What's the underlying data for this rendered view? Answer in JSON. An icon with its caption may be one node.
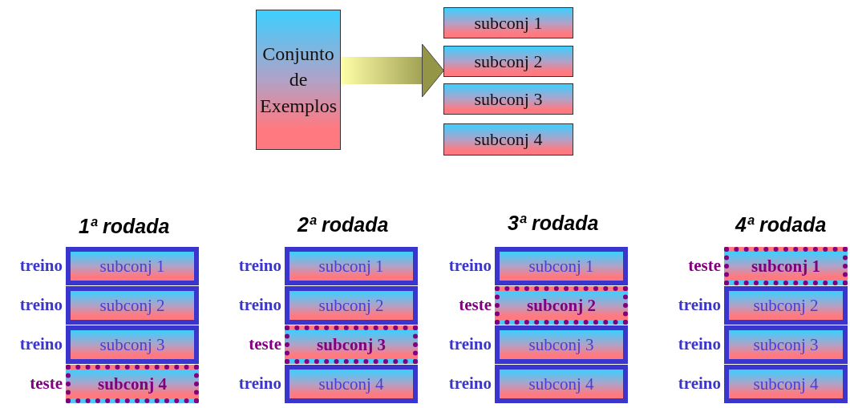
{
  "diagram": {
    "nodes": [
      {
        "text": [
          "Conjunto de Exemplos"
        ]
      },
      {
        "text": [
          "subconj 1"
        ]
      },
      {
        "text": [
          "subconj 2"
        ]
      },
      {
        "text": [
          "subconj 3"
        ]
      },
      {
        "text": [
          "subconj 4"
        ]
      },
      {
        "text": [
          "subconj 1"
        ],
        "beside": [
          "treino"
        ]
      },
      {
        "text": [
          "subconj 2"
        ],
        "beside": [
          "treino"
        ]
      },
      {
        "text": [
          "subconj 3"
        ],
        "beside": [
          "treino"
        ]
      },
      {
        "text": [
          "subconj 4"
        ],
        "beside": [
          "teste"
        ]
      },
      {
        "text": [
          "subconj 1"
        ],
        "beside": [
          "treino"
        ]
      },
      {
        "text": [
          "subconj 2"
        ],
        "beside": [
          "treino"
        ]
      },
      {
        "text": [
          "subconj 3"
        ],
        "beside": [
          "teste"
        ]
      },
      {
        "text": [
          "subconj 4"
        ],
        "beside": [
          "treino"
        ]
      },
      {
        "text": [
          "subconj 1"
        ],
        "beside": [
          "treino"
        ]
      },
      {
        "text": [
          "subconj 2"
        ],
        "beside": [
          "teste"
        ]
      },
      {
        "text": [
          "subconj 3"
        ],
        "beside": [
          "treino"
        ]
      },
      {
        "text": [
          "subconj 4"
        ],
        "beside": [
          "treino"
        ]
      },
      {
        "text": [
          "subconj 1"
        ],
        "beside": [
          "teste"
        ]
      },
      {
        "text": [
          "subconj 2"
        ],
        "beside": [
          "treino"
        ]
      },
      {
        "text": [
          "subconj 3"
        ],
        "beside": [
          "treino"
        ]
      },
      {
        "text": [
          "subconj 4"
        ],
        "beside": [
          "treino"
        ]
      }
    ],
    "edges": [
      {
        "from": 0,
        "to": 2,
        "arrow": "to",
        "style": "thick"
      }
    ],
    "labels": [
      "1ª rodada",
      "2ª rodada",
      "3ª rodada",
      "4ª rodada"
    ]
  }
}
